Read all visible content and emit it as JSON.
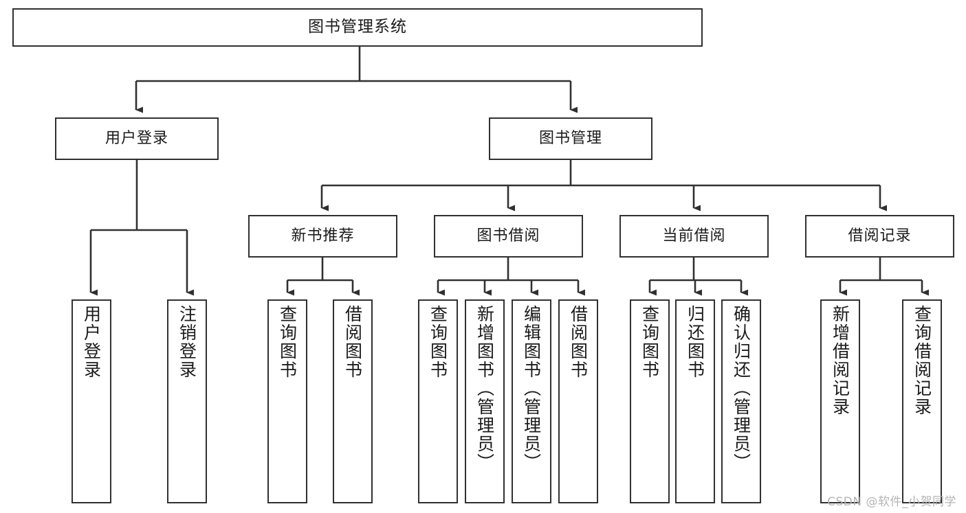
{
  "diagram": {
    "title": "图书管理系统",
    "type": "tree-functional-structure",
    "watermark": "CSDN @软件_小贺同学",
    "colors": {
      "stroke": "#303030",
      "fill": "#ffffff",
      "text": "#1a1a1a",
      "watermark": "#b4b4b4"
    },
    "root": {
      "label": "图书管理系统"
    },
    "level1": [
      {
        "label": "用户登录"
      },
      {
        "label": "图书管理"
      }
    ],
    "level2": [
      {
        "label": "新书推荐"
      },
      {
        "label": "图书借阅"
      },
      {
        "label": "当前借阅"
      },
      {
        "label": "借阅记录"
      }
    ],
    "leaves": {
      "user_login": [
        {
          "label": "用户登录"
        },
        {
          "label": "注销登录"
        }
      ],
      "new_book_recommend": [
        {
          "label": "查询图书"
        },
        {
          "label": "借阅图书"
        }
      ],
      "book_borrow": [
        {
          "label": "查询图书"
        },
        {
          "label": "新增图书（管理员）"
        },
        {
          "label": "编辑图书（管理员）"
        },
        {
          "label": "借阅图书"
        }
      ],
      "current_borrow": [
        {
          "label": "查询图书"
        },
        {
          "label": "归还图书"
        },
        {
          "label": "确认归还（管理员）"
        }
      ],
      "borrow_record": [
        {
          "label": "新增借阅记录"
        },
        {
          "label": "查询借阅记录"
        }
      ]
    }
  }
}
